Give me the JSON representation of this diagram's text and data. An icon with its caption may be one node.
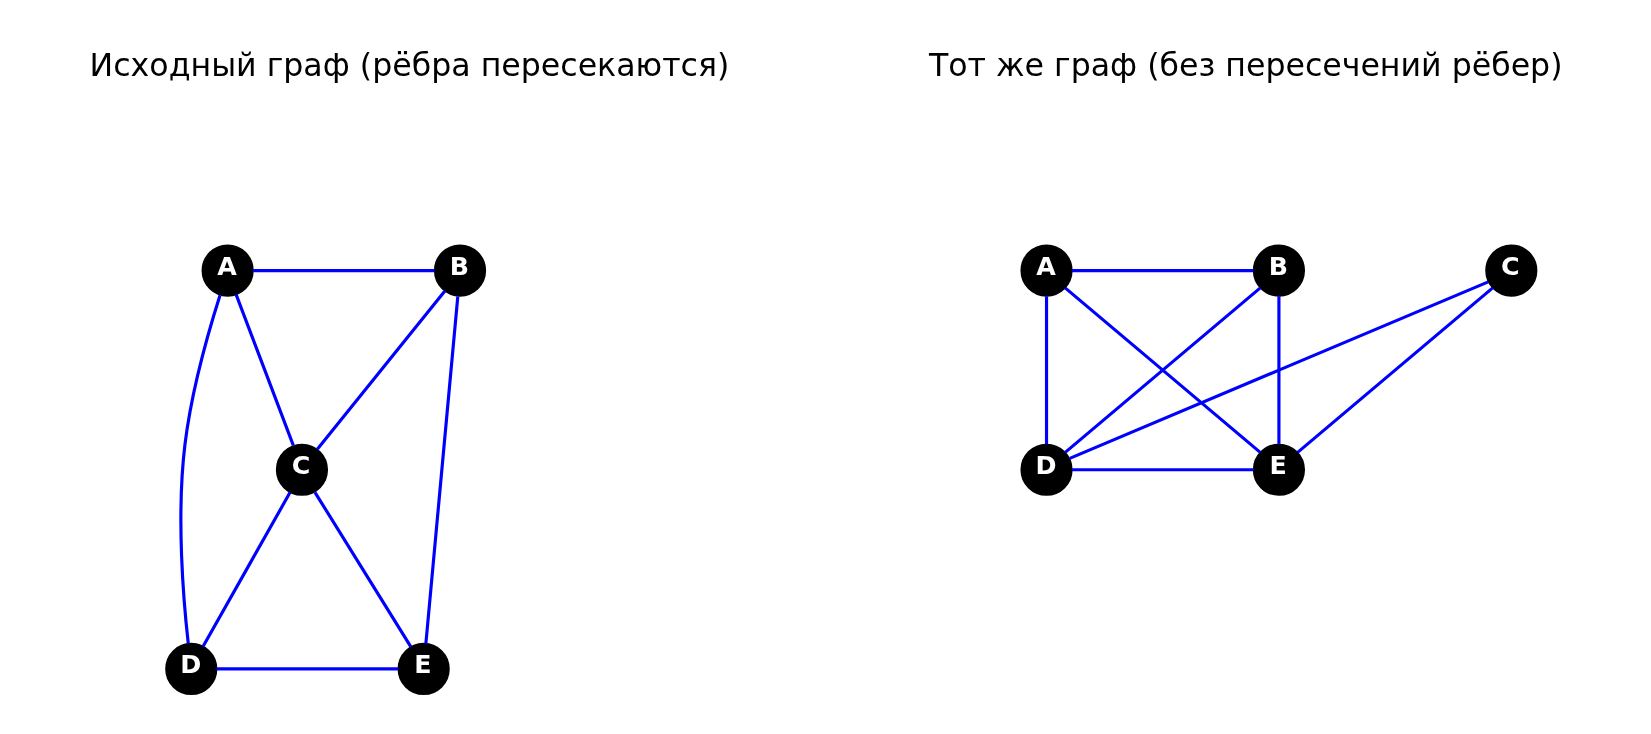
{
  "diagram": {
    "nodes": [
      {
        "text": [
          "A"
        ]
      },
      {
        "text": [
          "B"
        ]
      },
      {
        "text": [
          "C"
        ]
      },
      {
        "text": [
          "D"
        ]
      },
      {
        "text": [
          "E"
        ]
      },
      {
        "text": [
          "A"
        ]
      },
      {
        "text": [
          "B"
        ]
      },
      {
        "text": [
          "C"
        ]
      },
      {
        "text": [
          "D"
        ]
      },
      {
        "text": [
          "E"
        ]
      }
    ],
    "edges": [
      {
        "from": 0,
        "to": 1,
        "arrow": "none"
      },
      {
        "from": 0,
        "to": 3,
        "arrow": "none"
      },
      {
        "from": 0,
        "to": 2,
        "arrow": "none"
      },
      {
        "from": 1,
        "to": 2,
        "arrow": "none"
      },
      {
        "from": 1,
        "to": 4,
        "arrow": "none"
      },
      {
        "from": 2,
        "to": 3,
        "arrow": "none"
      },
      {
        "from": 2,
        "to": 4,
        "arrow": "none"
      },
      {
        "from": 3,
        "to": 4,
        "arrow": "none"
      },
      {
        "from": 5,
        "to": 6,
        "arrow": "none"
      },
      {
        "from": 5,
        "to": 8,
        "arrow": "none"
      },
      {
        "from": 5,
        "to": 9,
        "arrow": "none"
      },
      {
        "from": 6,
        "to": 8,
        "arrow": "none"
      },
      {
        "from": 6,
        "to": 9,
        "arrow": "none"
      },
      {
        "from": 8,
        "to": 7,
        "arrow": "none"
      },
      {
        "from": 7,
        "to": 9,
        "arrow": "none"
      },
      {
        "from": 8,
        "to": 9,
        "arrow": "none"
      }
    ],
    "labels": [
      "Исходный граф (рёбра пересекаются)",
      "Тот же граф (без пересечений рёбер)"
    ]
  }
}
